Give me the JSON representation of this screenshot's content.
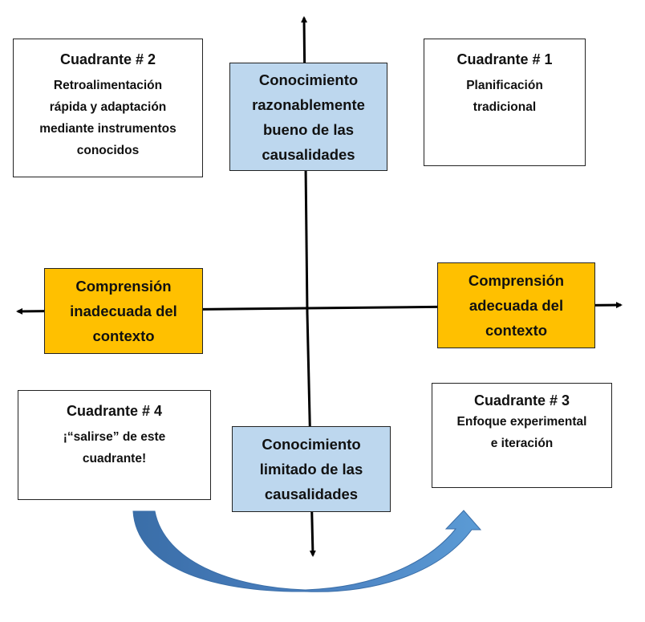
{
  "quadrants": {
    "q1": {
      "title": "Cuadrante # 1",
      "lines": [
        "Planificación",
        "tradicional"
      ]
    },
    "q2": {
      "title": "Cuadrante # 2",
      "lines": [
        "Retroalimentación",
        "rápida y adaptación",
        "mediante instrumentos",
        "conocidos"
      ]
    },
    "q3": {
      "title": "Cuadrante # 3",
      "lines": [
        "Enfoque experimental",
        "e iteración"
      ]
    },
    "q4": {
      "title": "Cuadrante # 4",
      "lines": [
        "¡“salirse” de este",
        "cuadrante!"
      ]
    }
  },
  "axes": {
    "top": [
      "Conocimiento",
      "razonablemente",
      "bueno de las",
      "causalidades"
    ],
    "bottom": [
      "Conocimiento",
      "limitado de las",
      "causalidades"
    ],
    "left": [
      "Comprensión",
      "inadecuada del",
      "contexto"
    ],
    "right": [
      "Comprensión",
      "adecuada del",
      "contexto"
    ]
  },
  "colors": {
    "axis_blue": "#bdd7ee",
    "axis_orange": "#ffc000",
    "curved_arrow": "#4a86c5"
  }
}
